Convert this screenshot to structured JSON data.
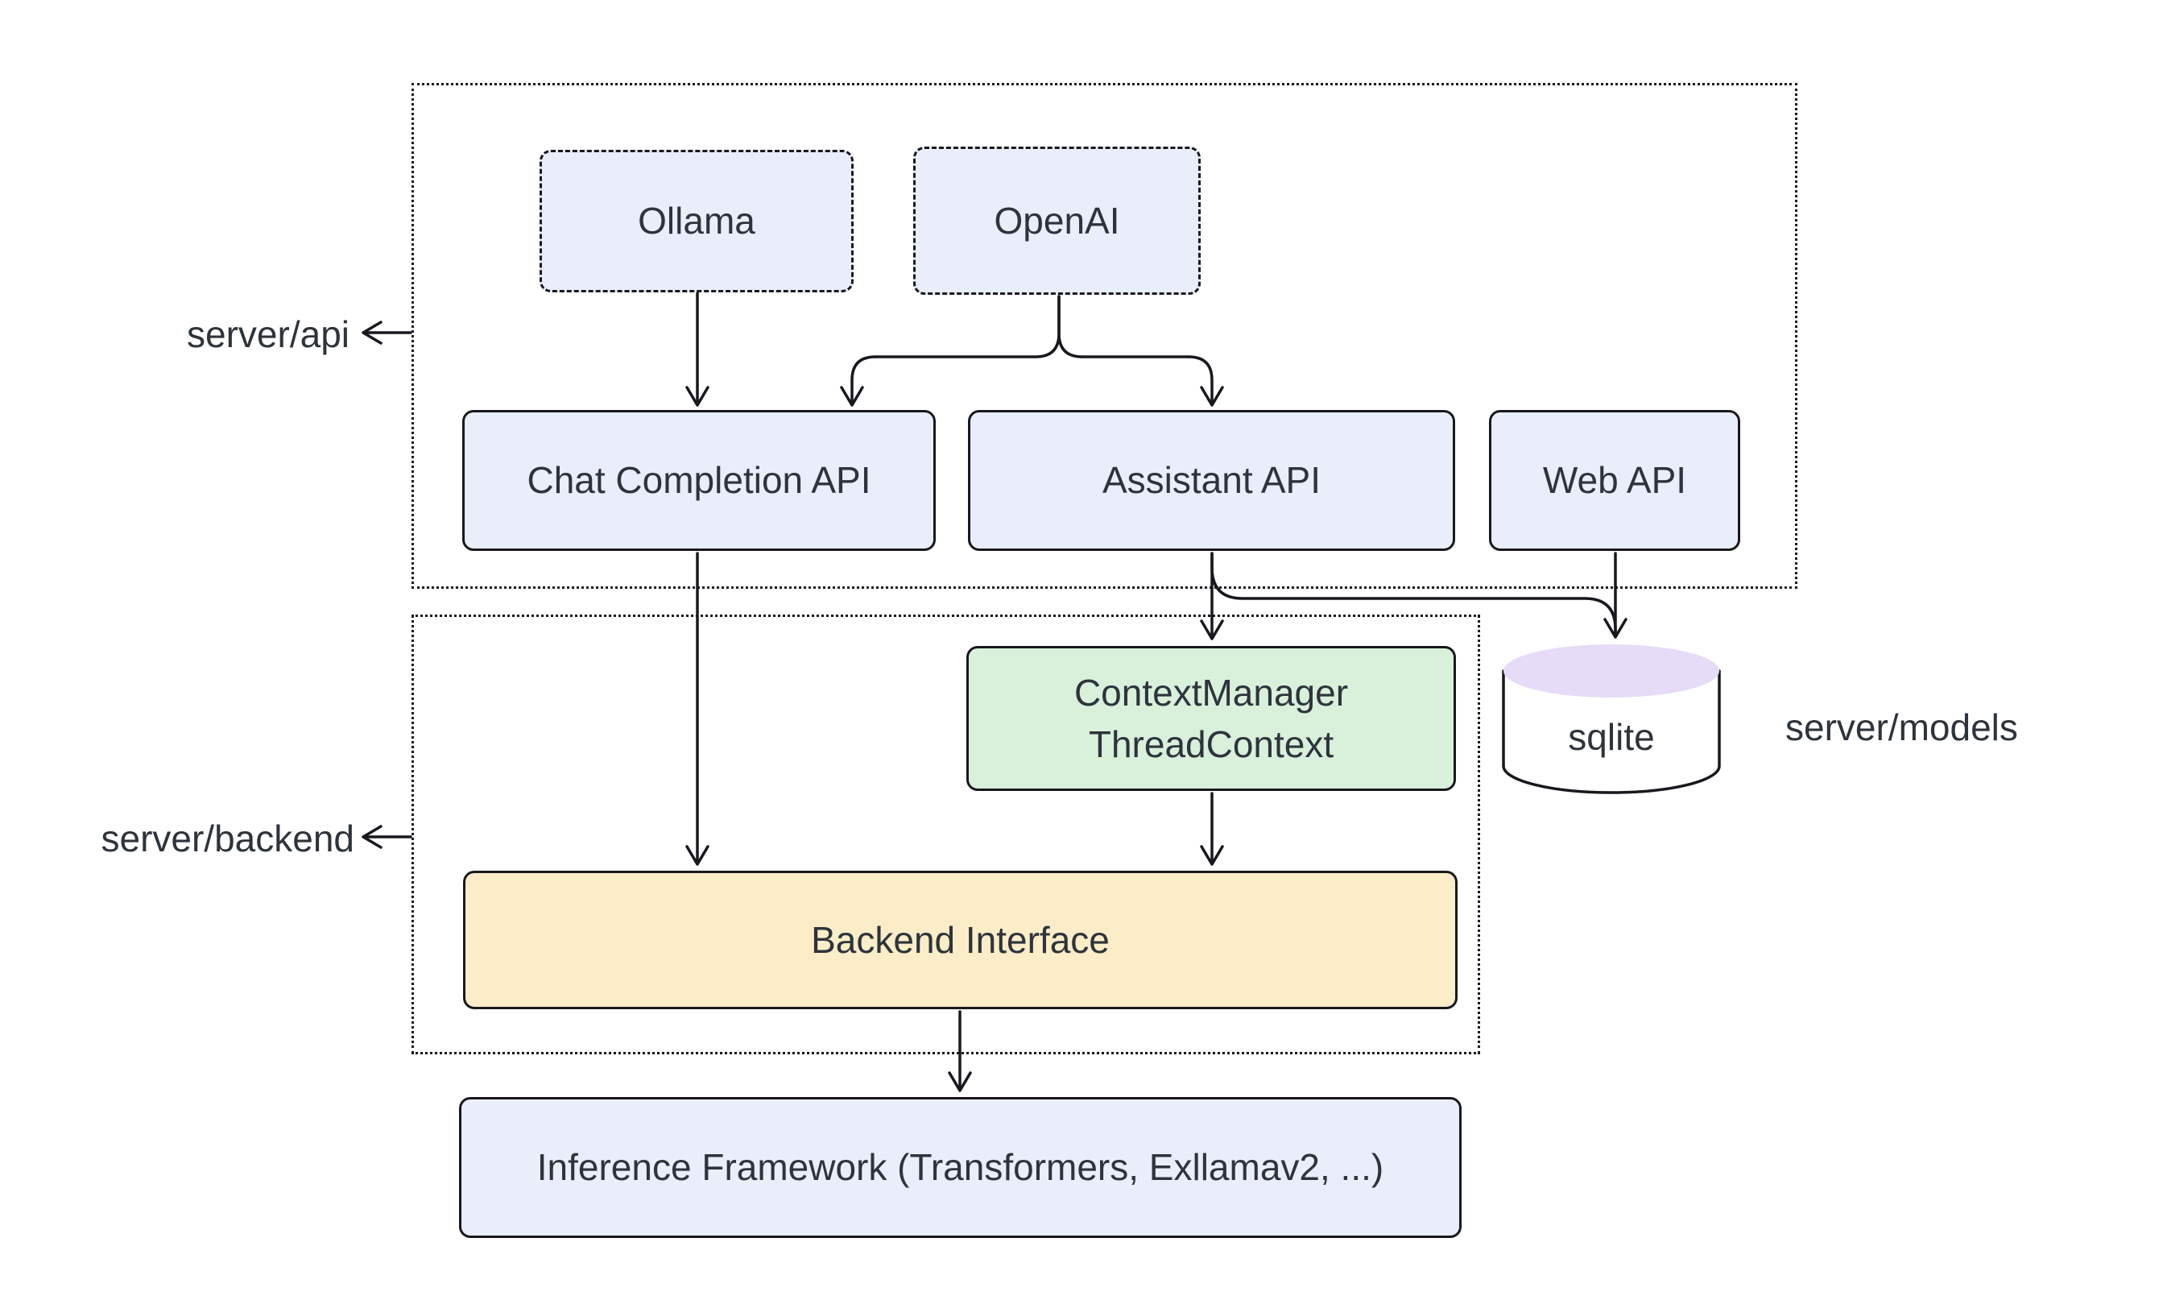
{
  "groups": {
    "api": {
      "label": "server/api"
    },
    "backend": {
      "label": "server/backend"
    },
    "models": {
      "label": "server/models"
    }
  },
  "nodes": {
    "ollama": {
      "label": "Ollama",
      "fill": "#e9eefa",
      "border_style": "dashed"
    },
    "openai": {
      "label": "OpenAI",
      "fill": "#e9eefa",
      "border_style": "dashed"
    },
    "chat_api": {
      "label": "Chat Completion API",
      "fill": "#e9eefa",
      "border_style": "solid"
    },
    "assistant_api": {
      "label": "Assistant API",
      "fill": "#e9eefa",
      "border_style": "solid"
    },
    "web_api": {
      "label": "Web API",
      "fill": "#e9eefa",
      "border_style": "solid"
    },
    "context_manager": {
      "label_line1": "ContextManager",
      "label_line2": "ThreadContext",
      "fill": "#d9f1db",
      "border_style": "solid"
    },
    "backend_interface": {
      "label": "Backend Interface",
      "fill": "#faedc7",
      "border_style": "solid"
    },
    "sqlite": {
      "label": "sqlite",
      "fill": "#e7dcf7",
      "shape": "cylinder"
    },
    "inference": {
      "label": "Inference Framework (Transformers, Exllamav2, ...)",
      "fill": "#e9eefa",
      "border_style": "solid"
    }
  },
  "edges": [
    {
      "from": "ollama",
      "to": "chat_api"
    },
    {
      "from": "openai",
      "to": "chat_api"
    },
    {
      "from": "openai",
      "to": "assistant_api"
    },
    {
      "from": "chat_api",
      "to": "backend_interface"
    },
    {
      "from": "assistant_api",
      "to": "context_manager"
    },
    {
      "from": "assistant_api",
      "to": "sqlite"
    },
    {
      "from": "web_api",
      "to": "sqlite"
    },
    {
      "from": "context_manager",
      "to": "backend_interface"
    },
    {
      "from": "backend_interface",
      "to": "inference"
    }
  ],
  "colors": {
    "background": "#ffffff",
    "stroke": "#17191e",
    "text": "#2e343c",
    "node_blue": "#e9eefa",
    "node_green": "#d9f1db",
    "node_yellow": "#faedc7",
    "node_purple": "#e7dcf7"
  }
}
